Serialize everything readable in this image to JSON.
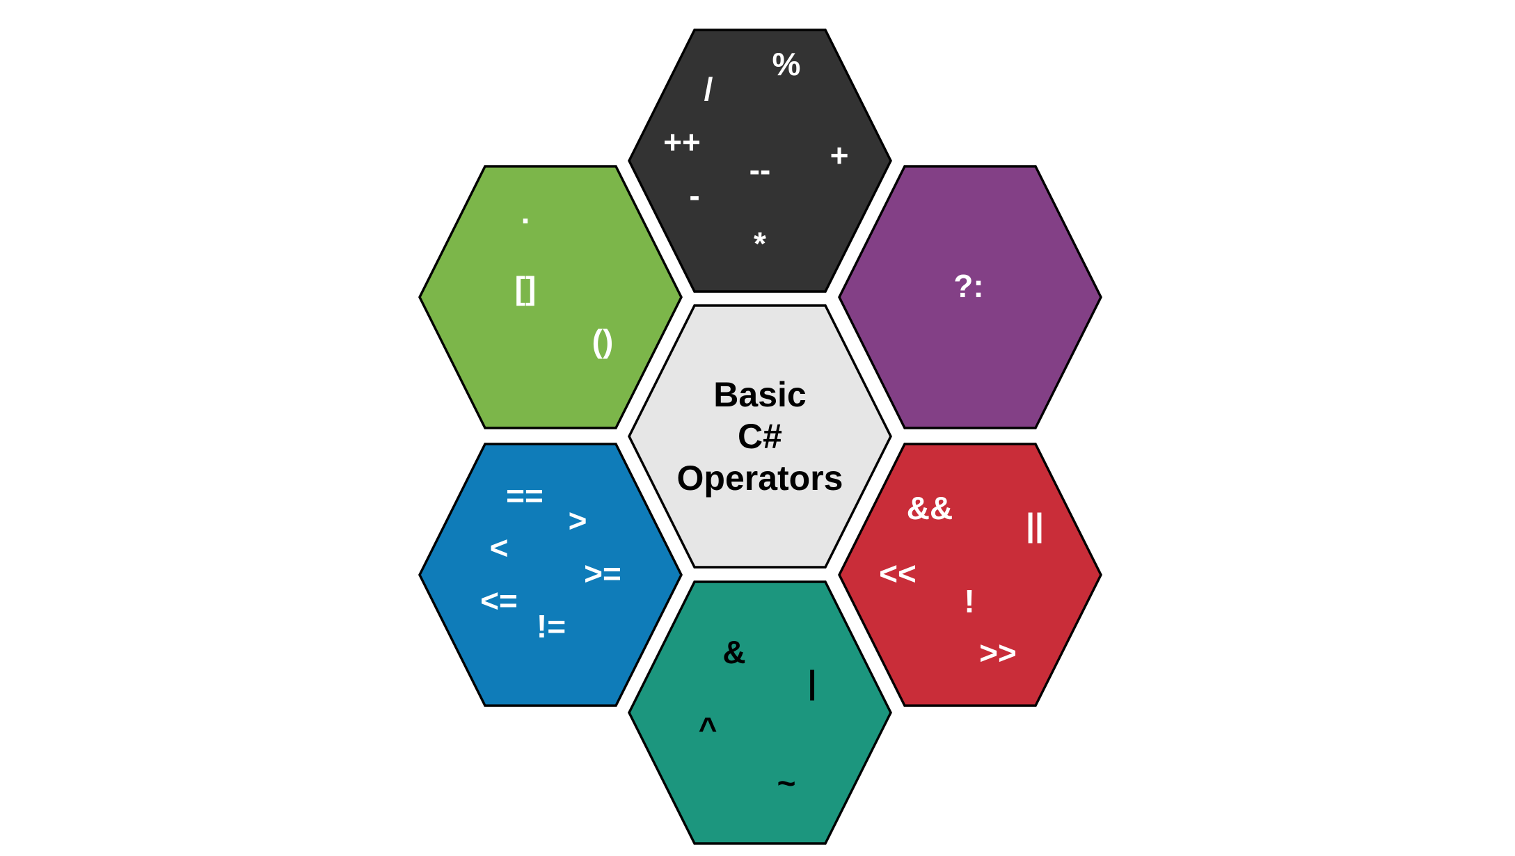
{
  "center": {
    "lines": [
      "Basic",
      "C#",
      "Operators"
    ],
    "fill": "#e6e6e6",
    "text_color": "#000000"
  },
  "hexagons": [
    {
      "id": "arithmetic",
      "fill": "#333333",
      "text_color": "#ffffff",
      "operators": [
        "%",
        "/",
        "++",
        "+",
        "--",
        "-",
        "*"
      ]
    },
    {
      "id": "member-access",
      "fill": "#7cb64a",
      "text_color": "#ffffff",
      "operators": [
        ".",
        "[]",
        "()"
      ]
    },
    {
      "id": "conditional",
      "fill": "#834086",
      "text_color": "#ffffff",
      "operators": [
        "?:"
      ]
    },
    {
      "id": "comparison",
      "fill": "#0f7cb9",
      "text_color": "#ffffff",
      "operators": [
        "==",
        ">",
        "<",
        ">=",
        "<=",
        "!="
      ]
    },
    {
      "id": "logical-shift",
      "fill": "#c92d39",
      "text_color": "#ffffff",
      "operators": [
        "&&",
        "||",
        "<<",
        "!",
        ">>"
      ]
    },
    {
      "id": "bitwise",
      "fill": "#1c967e",
      "text_color": "#000000",
      "operators": [
        "&",
        "|",
        "^",
        "~"
      ]
    }
  ],
  "stroke_color": "#000000"
}
